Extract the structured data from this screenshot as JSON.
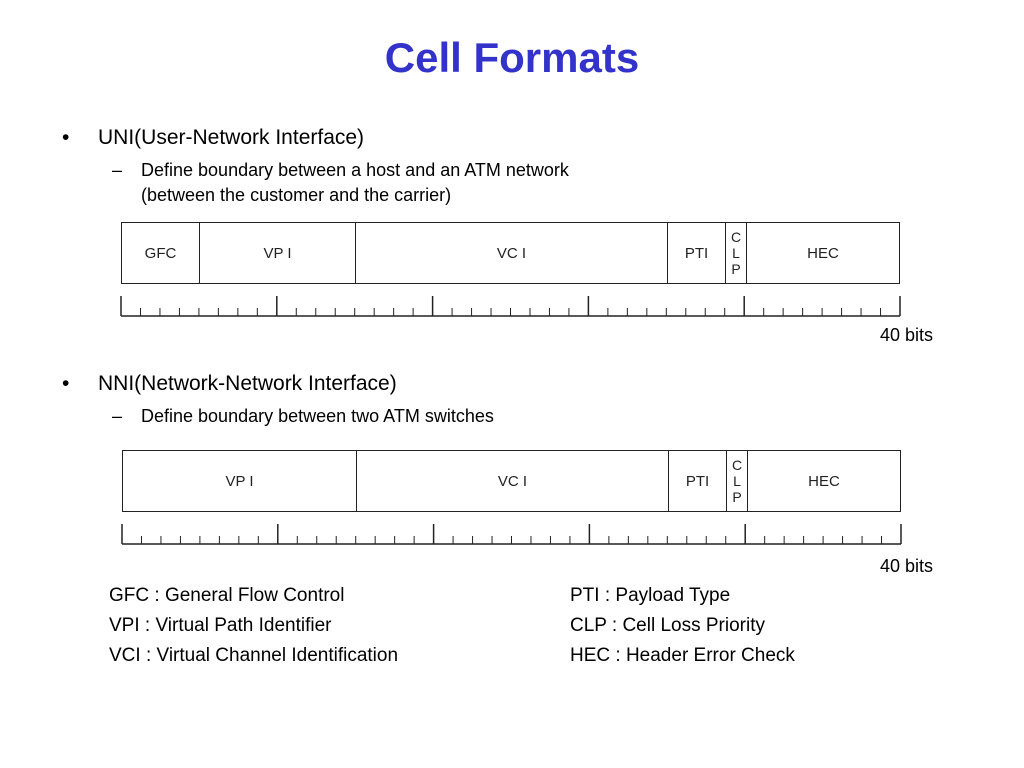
{
  "title": "Cell Formats",
  "uni": {
    "bullet": "•",
    "heading": "UNI(User-Network Interface)",
    "dash": "–",
    "desc_line1": "Define boundary between a host and an ATM network",
    "desc_line2": "(between the customer and the carrier)",
    "fields": {
      "gfc": "GFC",
      "vpi": "VP I",
      "vci": "VC I",
      "pti": "PTI",
      "clp": [
        "C",
        "L",
        "P"
      ],
      "hec": "HEC"
    },
    "bits_label": "40 bits"
  },
  "nni": {
    "bullet": "•",
    "heading": "NNI(Network-Network Interface)",
    "dash": "–",
    "desc_line1": "Define boundary between two ATM switches",
    "fields": {
      "vpi": "VP I",
      "vci": "VC I",
      "pti": "PTI",
      "clp": [
        "C",
        "L",
        "P"
      ],
      "hec": "HEC"
    },
    "bits_label": "40 bits"
  },
  "legend": {
    "gfc": "GFC : General Flow Control",
    "vpi": "VPI : Virtual Path Identifier",
    "vci": "VCI : Virtual Channel Identification",
    "pti": "PTI : Payload Type",
    "clp": "CLP : Cell Loss Priority",
    "hec": "HEC : Header Error Check"
  },
  "colors": {
    "title": "#3333cc",
    "lines": "#222222"
  }
}
